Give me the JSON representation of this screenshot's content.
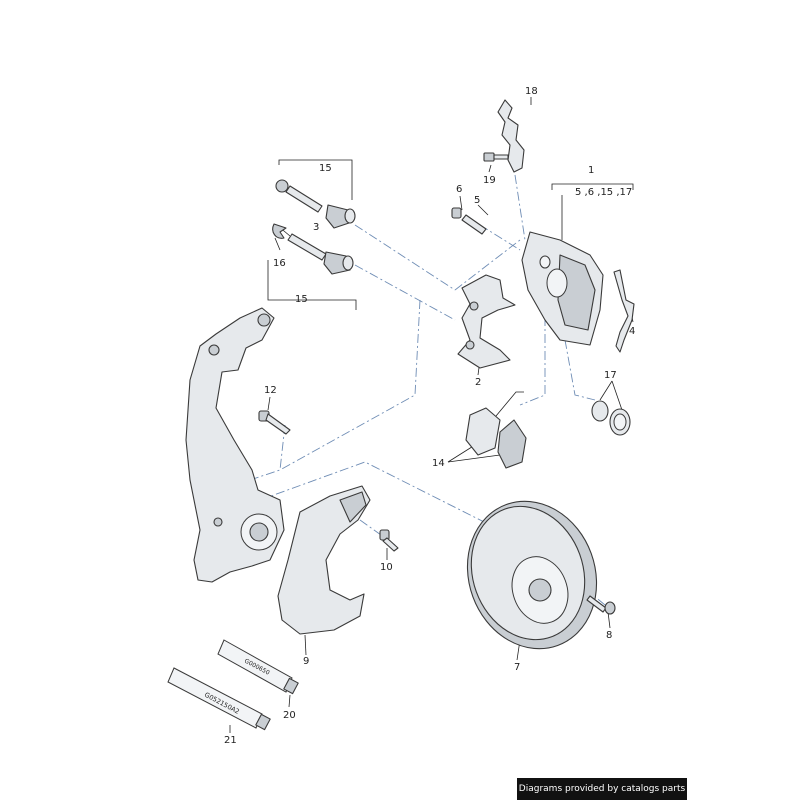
{
  "callouts": {
    "c1": "1",
    "c1_sub": "5 ,6 ,15 ,17",
    "c2": "2",
    "c3": "3",
    "c4": "4",
    "c5": "5",
    "c6": "6",
    "c7": "7",
    "c8": "8",
    "c9": "9",
    "c10": "10",
    "c12": "12",
    "c14": "14",
    "c15a": "15",
    "c15b": "15",
    "c16": "16",
    "c17": "17",
    "c18": "18",
    "c19": "19",
    "c20": "20",
    "c21": "21"
  },
  "tube_labels": {
    "tube20": "G000650",
    "tube21": "G052150A2"
  },
  "footer": {
    "credit": "Diagrams provided by catalogs parts"
  }
}
